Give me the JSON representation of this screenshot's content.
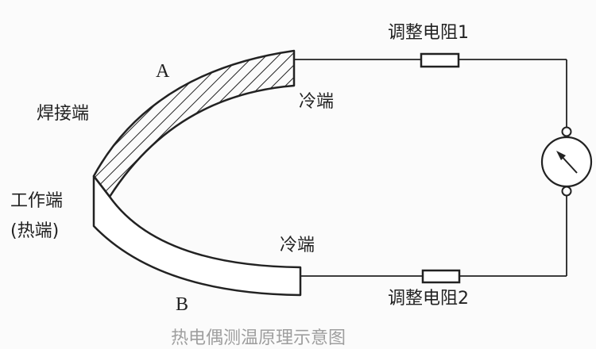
{
  "diagram": {
    "title": "热电偶测温原理示意图",
    "labels": {
      "conductor_a": "A",
      "conductor_b": "B",
      "weld_end": "焊接端",
      "work_end_line1": "工作端",
      "work_end_line2": "(热端)",
      "cold_end_a": "冷端",
      "cold_end_b": "冷端",
      "resistor_1": "调整电阻1",
      "resistor_2": "调整电阻2"
    },
    "components": [
      {
        "id": "conductor-a",
        "type": "hatched-strip",
        "label": "A"
      },
      {
        "id": "conductor-b",
        "type": "plain-strip",
        "label": "B"
      },
      {
        "id": "resistor-1",
        "type": "resistor",
        "label": "调整电阻1"
      },
      {
        "id": "resistor-2",
        "type": "resistor",
        "label": "调整电阻2"
      },
      {
        "id": "meter",
        "type": "galvanometer",
        "icon": "meter-dial-icon"
      }
    ],
    "colors": {
      "line": "#222222",
      "background": "#fbfbfb"
    }
  }
}
